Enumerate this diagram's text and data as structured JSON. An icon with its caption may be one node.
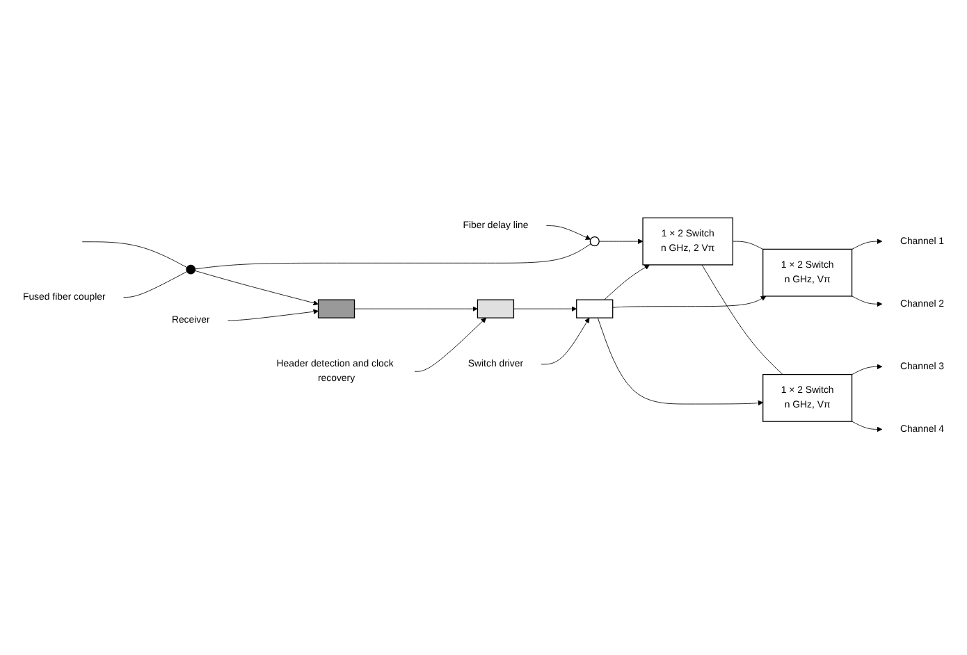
{
  "diagram": {
    "nodes": [
      {
        "text": [
          "Fused fiber coupler"
        ]
      },
      {
        "text": [
          "Fiber delay line"
        ]
      },
      {
        "text": [],
        "shape": "junction"
      },
      {
        "text": [],
        "shape": "circle"
      },
      {
        "text": [
          "1 × 2 Switch",
          "n GHz, 2 Vπ"
        ]
      },
      {
        "text": [
          "1 × 2 Switch",
          "n GHz, Vπ"
        ]
      },
      {
        "text": [
          "1 × 2 Switch",
          "n GHz, Vπ"
        ]
      },
      {
        "text": [
          "Channel 1"
        ]
      },
      {
        "text": [
          "Channel 2"
        ]
      },
      {
        "text": [
          "Channel 3"
        ]
      },
      {
        "text": [
          "Channel 4"
        ]
      },
      {
        "text": [],
        "shape": "box"
      },
      {
        "text": [],
        "shape": "box"
      },
      {
        "text": [],
        "shape": "box"
      },
      {
        "text": [
          "Receiver"
        ]
      },
      {
        "text": [
          "Header detection and clock recovery"
        ]
      },
      {
        "text": [
          "Switch driver"
        ]
      }
    ],
    "edges": [
      {
        "from": null,
        "to": 2,
        "arrow": "none"
      },
      {
        "from": 0,
        "to": 2,
        "arrow": "none"
      },
      {
        "from": 1,
        "to": 3,
        "arrow": "to"
      },
      {
        "from": 2,
        "to": 3,
        "arrow": "none"
      },
      {
        "from": 3,
        "to": 4,
        "arrow": "to"
      },
      {
        "from": 2,
        "to": 11,
        "arrow": "to"
      },
      {
        "from": 4,
        "to": 5,
        "arrow": "none"
      },
      {
        "from": 4,
        "to": 6,
        "arrow": "none"
      },
      {
        "from": 5,
        "to": 7,
        "arrow": "to"
      },
      {
        "from": 5,
        "to": 8,
        "arrow": "to"
      },
      {
        "from": 6,
        "to": 9,
        "arrow": "to"
      },
      {
        "from": 6,
        "to": 10,
        "arrow": "to"
      },
      {
        "from": 11,
        "to": 12,
        "arrow": "to"
      },
      {
        "from": 12,
        "to": 13,
        "arrow": "to"
      },
      {
        "from": 13,
        "to": 4,
        "arrow": "to"
      },
      {
        "from": 13,
        "to": 5,
        "arrow": "to"
      },
      {
        "from": 13,
        "to": 6,
        "arrow": "to"
      },
      {
        "from": 14,
        "to": 11,
        "arrow": "to"
      },
      {
        "from": 15,
        "to": 12,
        "arrow": "to"
      },
      {
        "from": 16,
        "to": 13,
        "arrow": "to"
      }
    ]
  }
}
